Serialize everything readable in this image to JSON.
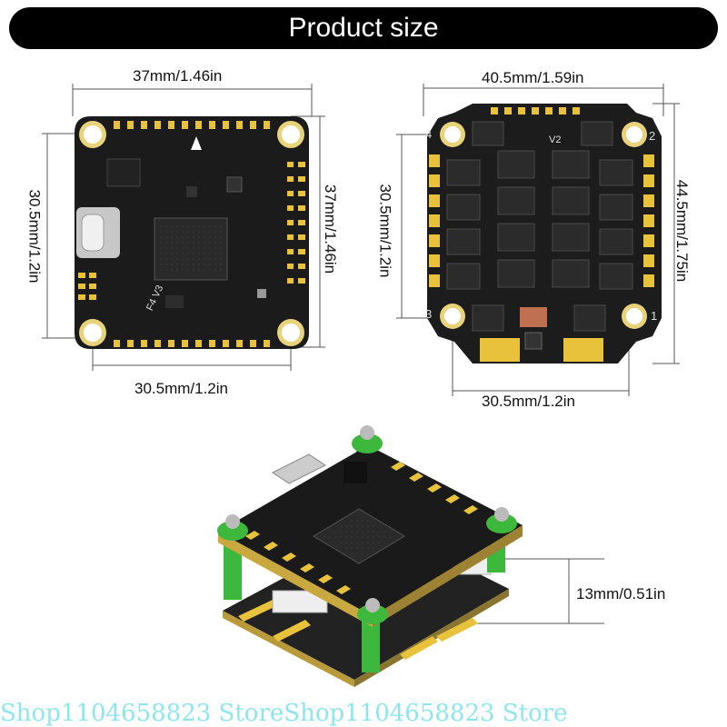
{
  "title": "Product size",
  "fc_board": {
    "width_label": "37mm/1.46in",
    "height_label": "37mm/1.46in",
    "hole_v_label": "30.5mm/1.2in",
    "hole_h_label": "30.5mm/1.2in",
    "silkscreen": "F4 V3"
  },
  "esc_board": {
    "width_label": "40.5mm/1.59in",
    "height_label": "44.5mm/1.75in",
    "hole_v_label": "30.5mm/1.2in",
    "hole_h_label": "30.5mm/1.2in",
    "silkscreen": "V2",
    "corner_numbers": [
      "4",
      "2",
      "3",
      "1"
    ]
  },
  "stack": {
    "height_label": "13mm/0.51in"
  },
  "watermark": "Shop1104658823 StoreShop1104658823 Store",
  "colors": {
    "pcb": "#1a1a1a",
    "pad": "#e8c23a",
    "standoff": "#3db83d",
    "title_bg": "#000000"
  }
}
